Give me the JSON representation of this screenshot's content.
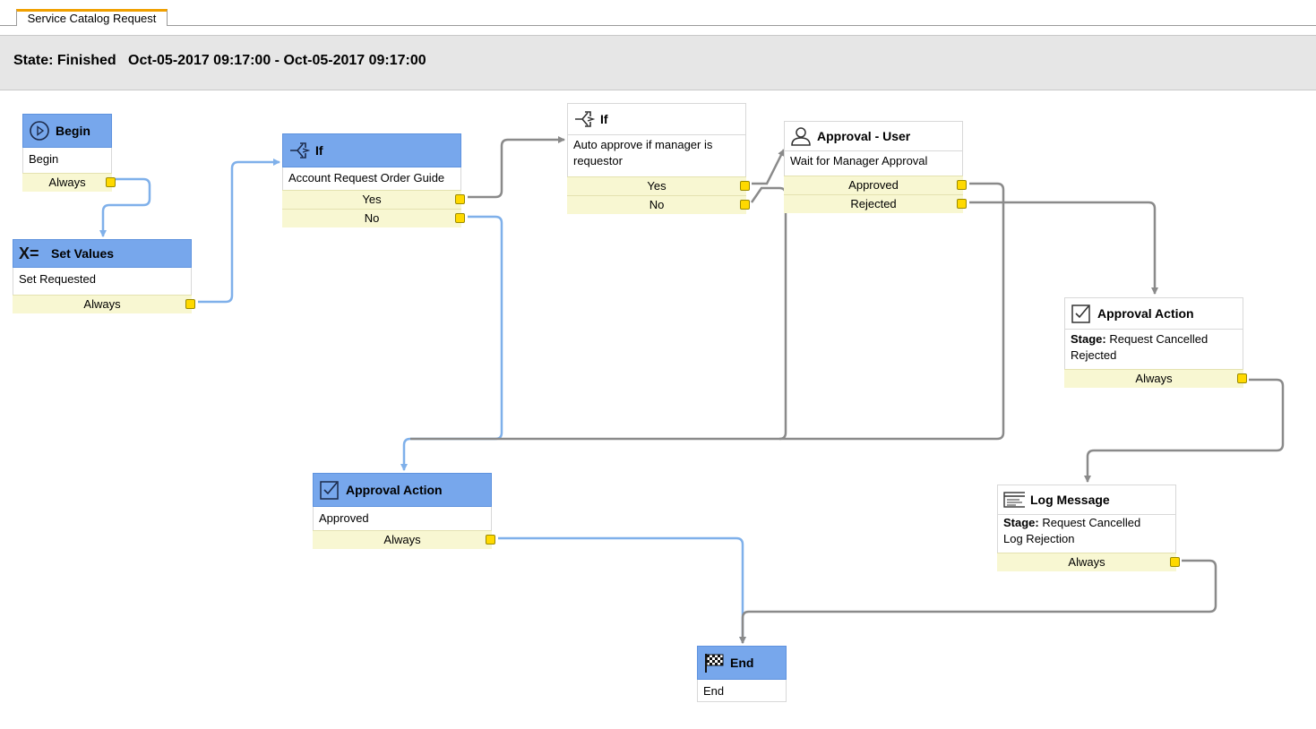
{
  "tab": {
    "label": "Service Catalog Request"
  },
  "state": {
    "text": "State: Finished   Oct-05-2017 09:17:00 - Oct-05-2017 09:17:00"
  },
  "colors": {
    "active_header": "#77a7ec",
    "condition_bg": "#f8f7d2",
    "port": "#ffd900",
    "wire_taken": "#7fb0ea",
    "wire_idle": "#8a8a8a",
    "tab_accent": "#f0a000"
  },
  "nodes": {
    "begin": {
      "title": "Begin",
      "body": "Begin",
      "conditions": [
        "Always"
      ],
      "icon": "play-circle-icon"
    },
    "set_values": {
      "title": "Set Values",
      "body": "Set Requested",
      "conditions": [
        "Always"
      ],
      "icon": "x-equals-icon"
    },
    "if1": {
      "title": "If",
      "body": "Account Request Order Guide",
      "conditions": [
        "Yes",
        "No"
      ],
      "icon": "branch-icon"
    },
    "if2": {
      "title": "If",
      "body": "Auto approve if manager is requestor",
      "conditions": [
        "Yes",
        "No"
      ],
      "icon": "branch-icon"
    },
    "approval_user": {
      "title": "Approval - User",
      "body": "Wait for Manager Approval",
      "conditions": [
        "Approved",
        "Rejected"
      ],
      "icon": "user-icon"
    },
    "approval_action_rejected": {
      "title": "Approval Action",
      "body_label": "Stage:",
      "body_value": "Request Cancelled",
      "body_line2": "Rejected",
      "conditions": [
        "Always"
      ],
      "icon": "checkbox-icon"
    },
    "approval_action_approved": {
      "title": "Approval Action",
      "body": "Approved",
      "conditions": [
        "Always"
      ],
      "icon": "checkbox-icon"
    },
    "log_message": {
      "title": "Log Message",
      "body_label": "Stage:",
      "body_value": "Request Cancelled",
      "body_line2": "Log Rejection",
      "conditions": [
        "Always"
      ],
      "icon": "log-icon"
    },
    "end": {
      "title": "End",
      "body": "End",
      "icon": "checkered-flag-icon"
    }
  }
}
